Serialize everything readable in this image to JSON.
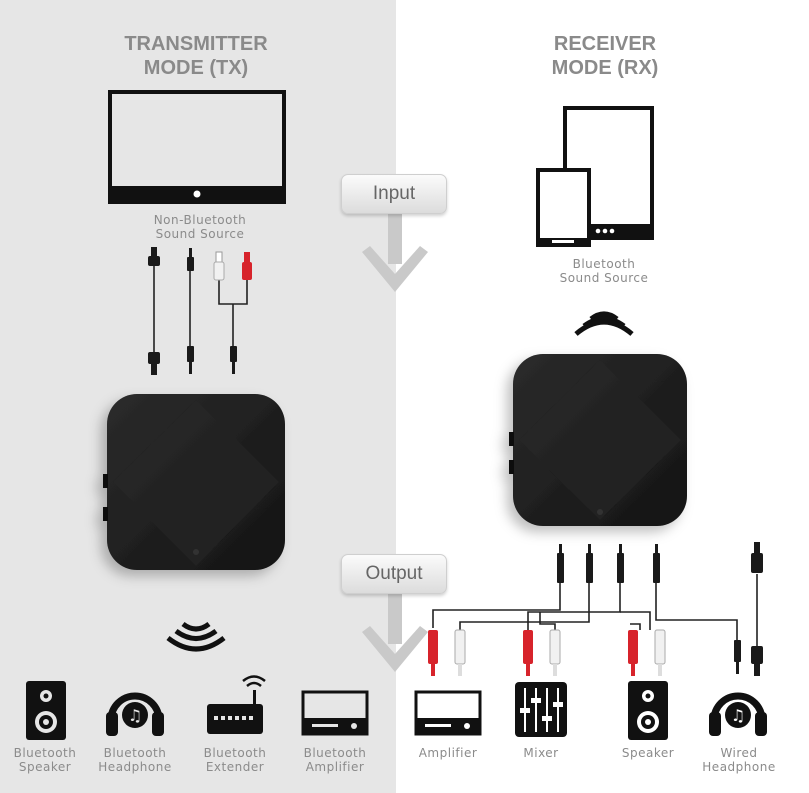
{
  "tx": {
    "title": "TRANSMITTER\nMODE (TX)",
    "source_caption": "Non-Bluetooth\nSound Source",
    "outputs": [
      {
        "icon": "speaker-icon",
        "label": "Bluetooth\nSpeaker"
      },
      {
        "icon": "headphone-icon",
        "label": "Bluetooth\nHeadphone"
      },
      {
        "icon": "router-icon",
        "label": "Bluetooth\nExtender"
      },
      {
        "icon": "amplifier-icon",
        "label": "Bluetooth\nAmplifier"
      }
    ]
  },
  "rx": {
    "title": "RECEIVER\nMODE (RX)",
    "source_caption": "Bluetooth\nSound Source",
    "outputs": [
      {
        "icon": "amplifier-icon",
        "label": "Amplifier"
      },
      {
        "icon": "mixer-icon",
        "label": "Mixer"
      },
      {
        "icon": "speaker-icon",
        "label": "Speaker"
      },
      {
        "icon": "headphone-icon",
        "label": "Wired\nHeadphone"
      }
    ]
  },
  "flow": {
    "input_label": "Input",
    "output_label": "Output"
  },
  "colors": {
    "left_panel": "#e6e6e6",
    "right_panel": "#ffffff",
    "title_text": "#8a8a8a",
    "caption_text": "#8b8b8b",
    "device": "#1e1e1e",
    "rca_red": "#d7232b",
    "arrow": "#c9c9c9"
  }
}
